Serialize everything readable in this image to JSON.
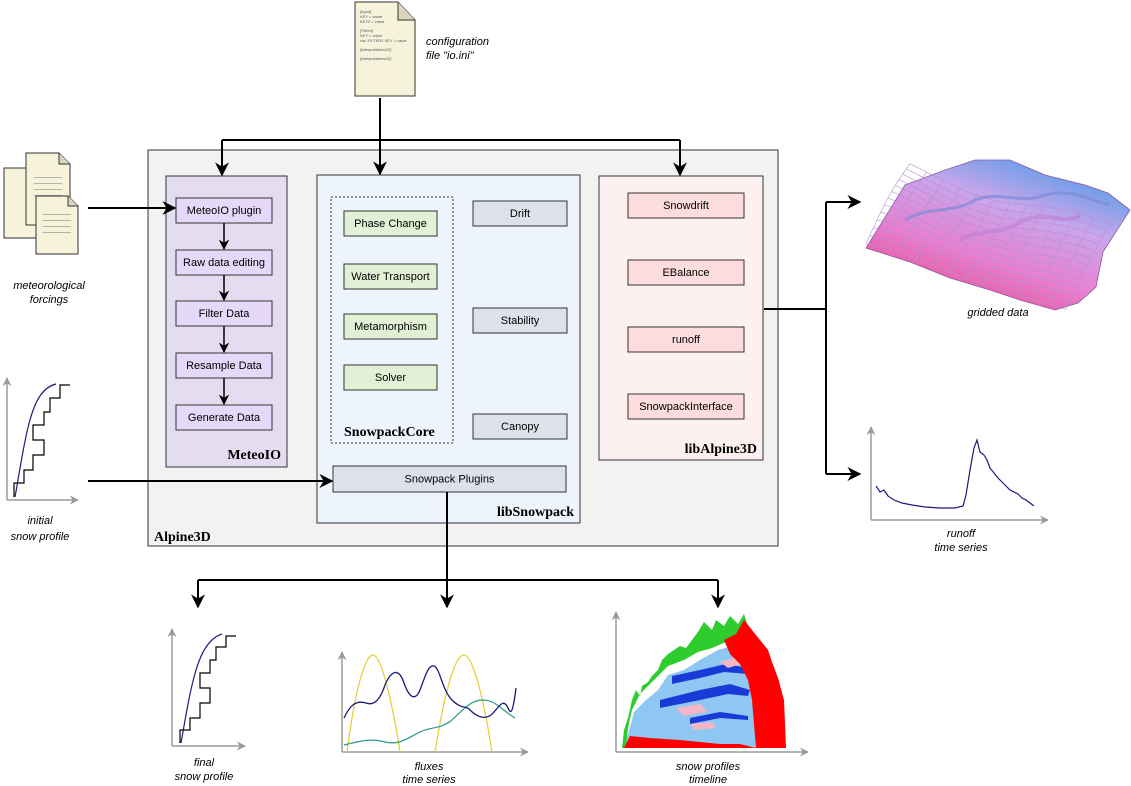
{
  "config_file": {
    "label_line1": "configuration",
    "label_line2": "file \"io.ini\"",
    "doc_lines": [
      "[Input]",
      "KEY = value",
      "KEY2 = value",
      "",
      "[Filters]",
      "KEY = value",
      "var::FILTER1 KEY = value",
      "",
      "[Interpolations1D]",
      "",
      "[Interpolations2D]"
    ]
  },
  "inputs": {
    "meteo_forcings_line1": "meteorological",
    "meteo_forcings_line2": "forcings",
    "initial_profile_line1": "initial",
    "initial_profile_line2": "snow profile"
  },
  "alpine3d": {
    "title": "Alpine3D"
  },
  "meteoio": {
    "title": "MeteoIO",
    "steps": [
      "MeteoIO plugin",
      "Raw data editing",
      "Filter Data",
      "Resample Data",
      "Generate Data"
    ]
  },
  "libsnowpack": {
    "title": "libSnowpack",
    "core_title": "SnowpackCore",
    "core_modules": [
      "Phase Change",
      "Water Transport",
      "Metamorphism",
      "Solver"
    ],
    "side_modules": [
      "Drift",
      "Stability",
      "Canopy"
    ],
    "plugins": "Snowpack Plugins"
  },
  "libalpine3d": {
    "title": "libAlpine3D",
    "modules": [
      "Snowdrift",
      "EBalance",
      "runoff",
      "SnowpackInterface"
    ]
  },
  "outputs": {
    "gridded_label": "gridded data",
    "runoff_line1": "runoff",
    "runoff_line2": "time series",
    "final_line1": "final",
    "final_line2": "snow profile",
    "fluxes_line1": "fluxes",
    "fluxes_line2": "time series",
    "profiles_line1": "snow profiles",
    "profiles_line2": "timeline"
  },
  "colors": {
    "meteoio_panel": "#e4dcf0",
    "meteoio_box": "#e6d8f8",
    "libsnowpack_panel": "#eef4fc",
    "core_box": "#e2f0d6",
    "side_box": "#dde2ea",
    "libalpine3d_panel": "#fdf0f0",
    "alpine_box": "#fcdcdc",
    "alpine3d_panel": "#f2f2f2",
    "document": "#f6f3da"
  }
}
